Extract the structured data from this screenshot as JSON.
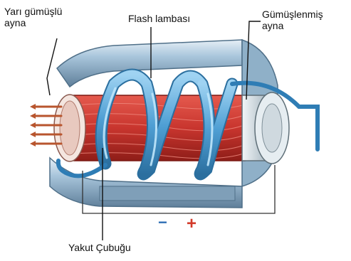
{
  "labels": {
    "semi_mirror_line1": "Yarı gümüşlü",
    "semi_mirror_line2": "ayna",
    "flash_lamp": "Flash lambası",
    "silvered_mirror_line1": "Gümüşlenmiş",
    "silvered_mirror_line2": "ayna",
    "ruby_rod": "Yakut Çubuğu"
  },
  "polarity": {
    "negative": "−",
    "positive": "+"
  },
  "colors": {
    "housing": "#a9c6dc",
    "housing_dark": "#6f8ea8",
    "tube": "#5aa6d8",
    "tube_dark": "#2f7db5",
    "ruby": "#c8352e",
    "ruby_dark": "#8e1d18",
    "end_cap": "#d6e0e6",
    "positive": "#d23a2a",
    "negative": "#2f6fb5",
    "leader": "#111111"
  }
}
